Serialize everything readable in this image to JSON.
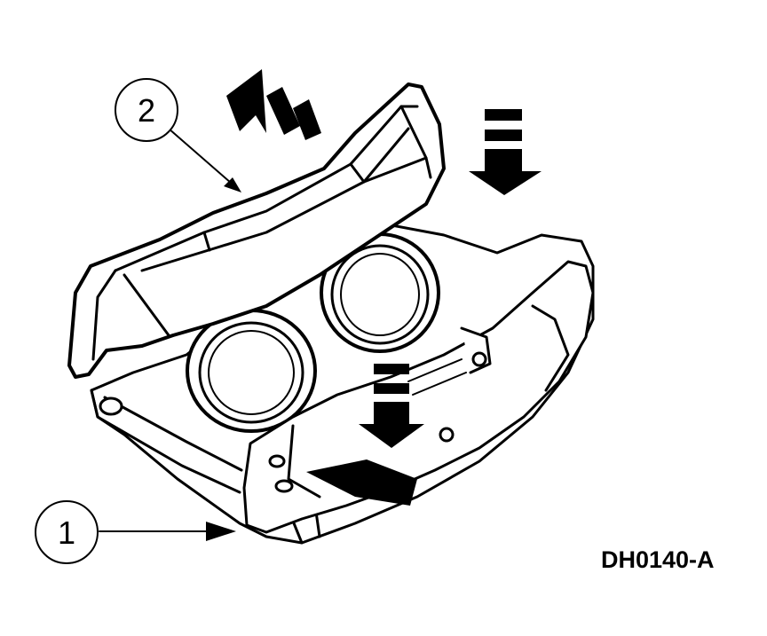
{
  "callouts": [
    {
      "label": "1"
    },
    {
      "label": "2"
    }
  ],
  "figure_code": "DH0140-A",
  "colors": {
    "line": "#000000",
    "fill": "#ffffff",
    "shade": "#d8d8d8"
  }
}
